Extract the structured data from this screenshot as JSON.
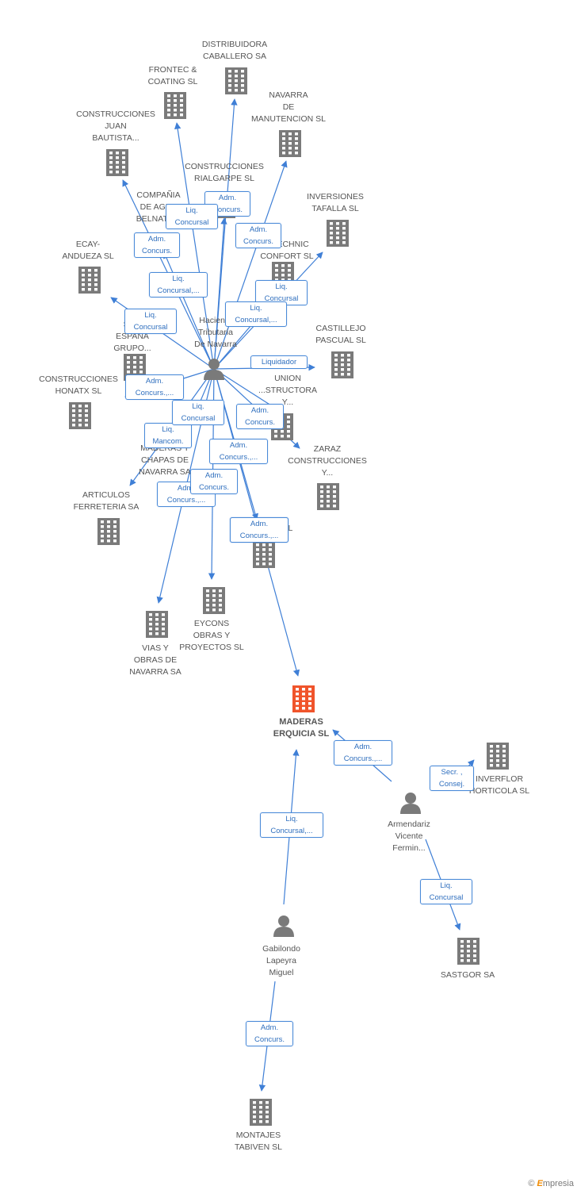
{
  "center": {
    "label": "MADERAS\nERQUICIA SL"
  },
  "companies": [
    {
      "key": "distribuidora",
      "label": "DISTRIBUIDORA\nCABALLERO SA"
    },
    {
      "key": "frontec",
      "label": "FRONTEC &\nCOATING  SL"
    },
    {
      "key": "navarra_man",
      "label": "NAVARRA\nDE\nMANUTENCION SL"
    },
    {
      "key": "const_juan",
      "label": "CONSTRUCCIONES\nJUAN\nBAUTISTA..."
    },
    {
      "key": "rialgarpe",
      "label": "CONSTRUCCIONES\nRIALGARPE SL"
    },
    {
      "key": "compania",
      "label": "COMPAÑIA\nDE AGL...\nBELNATU..."
    },
    {
      "key": "inversiones",
      "label": "INVERSIONES\nTAFALLA SL"
    },
    {
      "key": "ecay",
      "label": "ECAY-\nANDUEZA SL"
    },
    {
      "key": "technic",
      "label": "...TECHNIC\nCONFORT SL"
    },
    {
      "key": "sef",
      "label": "SE...\nESPAÑA\nGRUPO..."
    },
    {
      "key": "castillejo",
      "label": "CASTILLEJO\nPASCUAL SL"
    },
    {
      "key": "honatx",
      "label": "CONSTRUCCIONES\nHONATX SL"
    },
    {
      "key": "union",
      "label": "UNION\n...STRUCTORA\nY..."
    },
    {
      "key": "chapas",
      "label": "MADERAS Y\nCHAPAS DE\nNAVARRA SA"
    },
    {
      "key": "zaraz",
      "label": "ZARAZ\nCONSTRUCCIONES\nY..."
    },
    {
      "key": "articulos",
      "label": "ARTICULOS\nFERRETERIA SA"
    },
    {
      "key": "unnamed",
      "label": "...L"
    },
    {
      "key": "vias",
      "label": "VIAS Y\nOBRAS DE\nNAVARRA SA"
    },
    {
      "key": "eycons",
      "label": "EYCONS\nOBRAS Y\nPROYECTOS SL"
    },
    {
      "key": "inverflor",
      "label": "INVERFLOR\nHORTICOLA SL"
    },
    {
      "key": "sastgor",
      "label": "SASTGOR SA"
    },
    {
      "key": "montajes",
      "label": "MONTAJES\nTABIVEN SL"
    }
  ],
  "persons": [
    {
      "key": "hacienda",
      "label": "Hacien...\nTributaria\nDe Navarra"
    },
    {
      "key": "armendariz",
      "label": "Armendariz\nVicente\nFermin..."
    },
    {
      "key": "gabilondo",
      "label": "Gabilondo\nLapeyra\nMiguel"
    }
  ],
  "relations": [
    {
      "key": "r1",
      "label": "Adm.\nConcurs."
    },
    {
      "key": "r2",
      "label": "Liq.\nConcursal"
    },
    {
      "key": "r3",
      "label": "Adm.\nConcurs."
    },
    {
      "key": "r4",
      "label": "Adm.\nConcurs."
    },
    {
      "key": "r5",
      "label": "Liq.\nConcursal"
    },
    {
      "key": "r6",
      "label": "Liq.\nConcursal,..."
    },
    {
      "key": "r7",
      "label": "Liq.\nConcursal"
    },
    {
      "key": "r8",
      "label": "Liq.\nConcursal,..."
    },
    {
      "key": "r9",
      "label": "Liq.\nConcursal"
    },
    {
      "key": "r10",
      "label": "Liquidador"
    },
    {
      "key": "r11",
      "label": "Liq.\nConcursal"
    },
    {
      "key": "r12",
      "label": "Adm.\nConcurs.,..."
    },
    {
      "key": "r13",
      "label": "Liq.\nConcursal"
    },
    {
      "key": "r14",
      "label": "Adm.\nConcurs."
    },
    {
      "key": "r15",
      "label": "Liq.\nConcursal"
    },
    {
      "key": "r16",
      "label": "Liq.\nMancom."
    },
    {
      "key": "r17",
      "label": "Adm.\nConcurs.,..."
    },
    {
      "key": "r18",
      "label": "Adm.\nConcurs."
    },
    {
      "key": "r19",
      "label": "Adm.\nConcurs.,..."
    },
    {
      "key": "r20",
      "label": "Adm.\nConcurs.,..."
    },
    {
      "key": "r21",
      "label": "Adm.\nConcurs.,..."
    },
    {
      "key": "r22",
      "label": "Secr. ,\nConsej."
    },
    {
      "key": "r23",
      "label": "Liq.\nConcursal,..."
    },
    {
      "key": "r24",
      "label": "Liq.\nConcursal"
    },
    {
      "key": "r25",
      "label": "Adm.\nConcurs."
    }
  ],
  "colors": {
    "edge": "#3f7fd6",
    "building": "#7a7a7a",
    "center": "#f0542b",
    "person": "#7a7a7a"
  },
  "brand": {
    "symbol": "©",
    "first": "E",
    "rest": "mpresia"
  }
}
